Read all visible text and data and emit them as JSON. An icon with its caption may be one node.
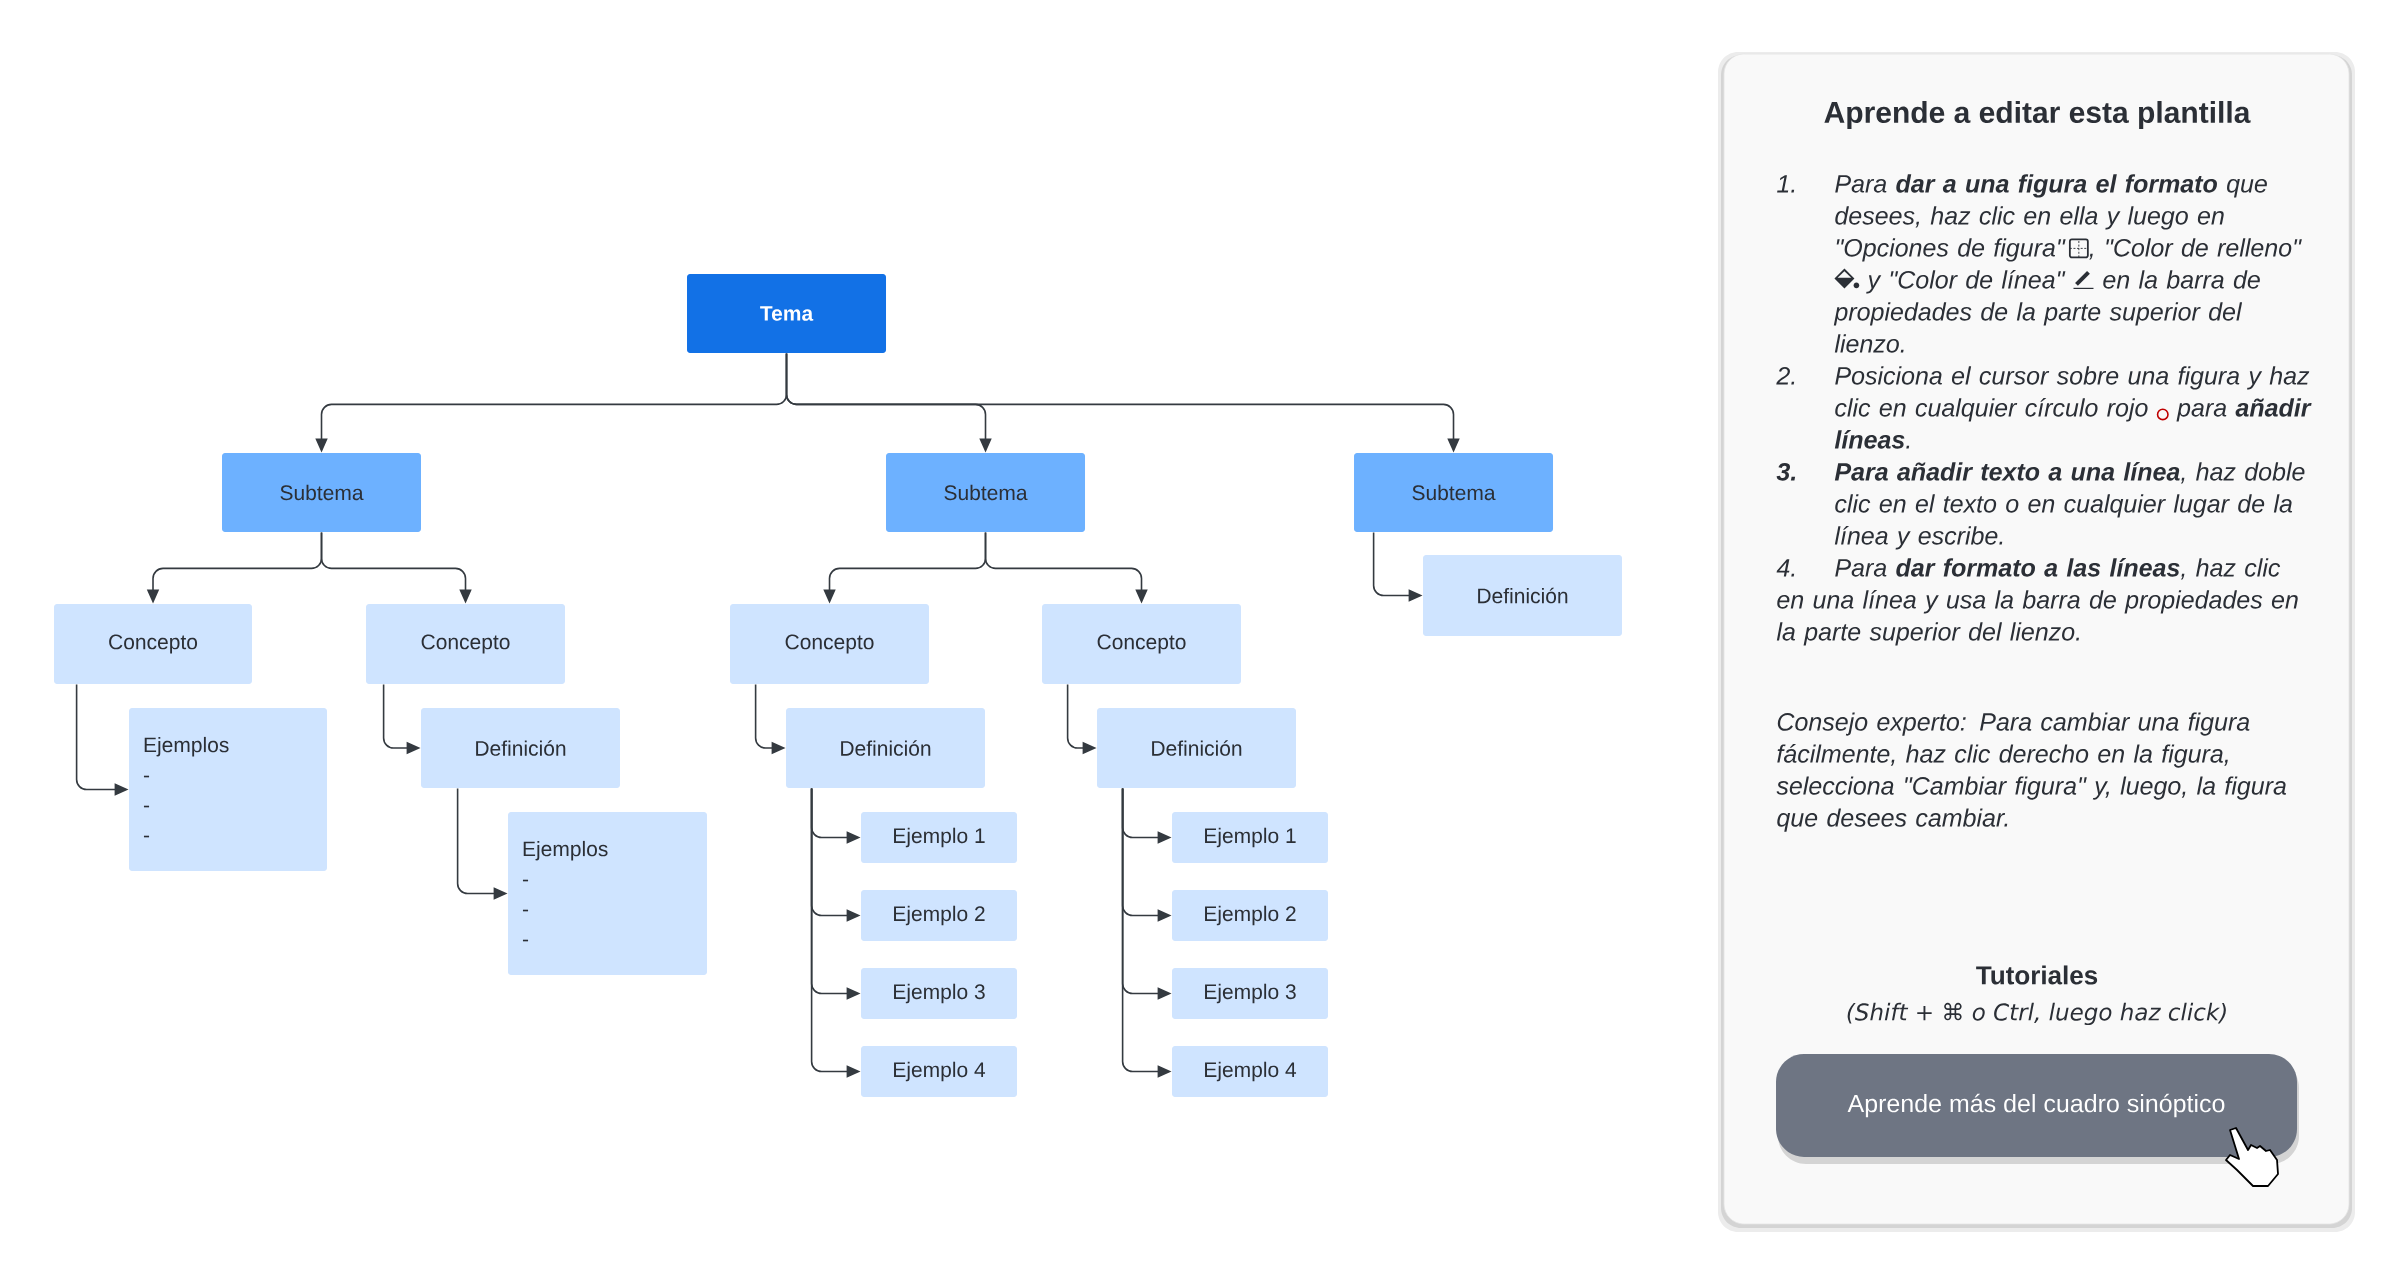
{
  "diagram": {
    "nodes": [
      {
        "text": [
          "Tema"
        ]
      },
      {
        "text": [
          "Subtema"
        ]
      },
      {
        "text": [
          "Subtema"
        ]
      },
      {
        "text": [
          "Subtema"
        ]
      },
      {
        "text": [
          "Concepto"
        ]
      },
      {
        "text": [
          "Ejemplos",
          "-",
          "-",
          "-"
        ]
      },
      {
        "text": [
          "Concepto"
        ]
      },
      {
        "text": [
          "Definición"
        ]
      },
      {
        "text": [
          "Ejemplos",
          "-",
          "-",
          "-"
        ]
      },
      {
        "text": [
          "Concepto"
        ]
      },
      {
        "text": [
          "Definición"
        ]
      },
      {
        "text": [
          "Ejemplo 1"
        ]
      },
      {
        "text": [
          "Ejemplo 2"
        ]
      },
      {
        "text": [
          "Ejemplo 3"
        ]
      },
      {
        "text": [
          "Ejemplo 4"
        ]
      },
      {
        "text": [
          "Concepto"
        ]
      },
      {
        "text": [
          "Definición"
        ]
      },
      {
        "text": [
          "Ejemplo 1"
        ]
      },
      {
        "text": [
          "Ejemplo 2"
        ]
      },
      {
        "text": [
          "Ejemplo 3"
        ]
      },
      {
        "text": [
          "Ejemplo 4"
        ]
      },
      {
        "text": [
          "Definición"
        ]
      },
      {
        "text": [
          "Aprende más del cuadro sinóptico"
        ]
      }
    ],
    "edges": [
      {
        "from": 0,
        "to": 1,
        "arrow": "to"
      },
      {
        "from": 0,
        "to": 2,
        "arrow": "to"
      },
      {
        "from": 0,
        "to": 3,
        "arrow": "to"
      },
      {
        "from": 1,
        "to": 4,
        "arrow": "to"
      },
      {
        "from": 1,
        "to": 6,
        "arrow": "to"
      },
      {
        "from": 4,
        "to": 5,
        "arrow": "to"
      },
      {
        "from": 6,
        "to": 7,
        "arrow": "to"
      },
      {
        "from": 7,
        "to": 8,
        "arrow": "to"
      },
      {
        "from": 2,
        "to": 9,
        "arrow": "to"
      },
      {
        "from": 2,
        "to": 15,
        "arrow": "to"
      },
      {
        "from": 9,
        "to": 10,
        "arrow": "to"
      },
      {
        "from": 10,
        "to": 11,
        "arrow": "to"
      },
      {
        "from": 10,
        "to": 12,
        "arrow": "to"
      },
      {
        "from": 10,
        "to": 13,
        "arrow": "to"
      },
      {
        "from": 10,
        "to": 14,
        "arrow": "to"
      },
      {
        "from": 15,
        "to": 16,
        "arrow": "to"
      },
      {
        "from": 16,
        "to": 17,
        "arrow": "to"
      },
      {
        "from": 16,
        "to": 18,
        "arrow": "to"
      },
      {
        "from": 16,
        "to": 19,
        "arrow": "to"
      },
      {
        "from": 16,
        "to": 20,
        "arrow": "to"
      },
      {
        "from": 3,
        "to": 21,
        "arrow": "to"
      }
    ],
    "labels": [
      "Aprende a editar esta plantilla",
      "1.",
      "Para **dar a una figura el formato** que desees, haz clic en ella y luego en \"Opciones de figura\"",
      ", \"Color de relleno\"",
      "y \"Color de línea\"",
      "en la barra de propiedades de la parte superior del lienzo.",
      "2.",
      "Posiciona el cursor sobre una figura y haz clic en cualquier círculo rojo",
      "para **añadir líneas**.",
      "3.",
      "**Para añadir texto a una línea**, haz doble clic en el texto o en cualquier lugar de la línea y escribe.",
      "4.",
      "Para **dar formato a las líneas**, haz clic en una línea y usa la barra de propiedades en la parte superior del lienzo.",
      "Consejo experto: Para cambiar una figura fácilmente, haz clic derecho en la figura, selecciona \"Cambiar figura\" y, luego, la figura que desees cambiar.",
      "Tutoriales",
      "(Shift + ⌘ o Ctrl, luego haz click)"
    ]
  }
}
